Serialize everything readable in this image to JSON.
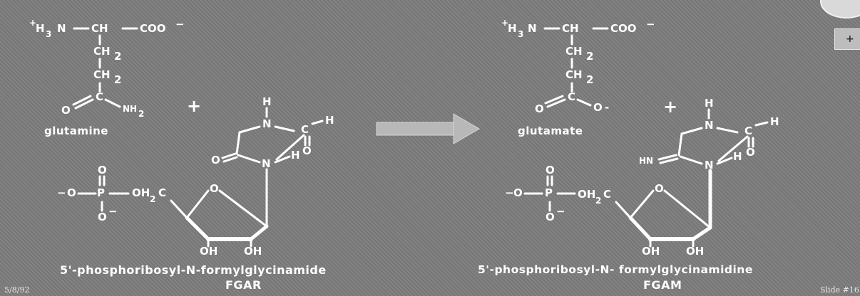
{
  "reactants": {
    "glutamine": {
      "atoms": {
        "nh3_plus": "+",
        "nh3_h": "H",
        "nh3_sub": "3",
        "nh3_n": "N",
        "ch": "CH",
        "coo": "COO",
        "coo_charge": "−",
        "ch2_a": "CH",
        "ch2_a_sub": "2",
        "ch2_b": "CH",
        "ch2_b_sub": "2",
        "c": "C",
        "o": "O",
        "nh2": "NH",
        "nh2_sub": "2"
      },
      "name": "glutamine"
    },
    "plus": "+",
    "fgar": {
      "atoms": {
        "h_top": "H",
        "n_top": "N",
        "c_formyl": "C",
        "h_formyl": "H",
        "o_formyl": "O",
        "o_ring": "O",
        "n_ring": "N",
        "h_ring": "H",
        "o_phos_top": "O",
        "p": "P",
        "o_minus_left": "O",
        "o_minus_left_charge": "−",
        "o_phos_bottom": "O",
        "o_phos_bottom_charge": "−",
        "och2": "OH",
        "och2_sub": "2",
        "och2_c": "C",
        "o_sugar": "O",
        "oh_1": "OH",
        "oh_2": "OH"
      },
      "name": "5'-phosphoribosyl-N-formylglycinamide",
      "abbr": "FGAR"
    }
  },
  "products": {
    "glutamate": {
      "atoms": {
        "nh3_plus": "+",
        "nh3_h": "H",
        "nh3_sub": "3",
        "nh3_n": "N",
        "ch": "CH",
        "coo": "COO",
        "coo_charge": "−",
        "ch2_a": "CH",
        "ch2_a_sub": "2",
        "ch2_b": "CH",
        "ch2_b_sub": "2",
        "c": "C",
        "o_left": "O",
        "o_right": "O",
        "o_right_charge": "-"
      },
      "name": "glutamate"
    },
    "plus": "+",
    "fgam": {
      "atoms": {
        "h_top": "H",
        "n_top": "N",
        "c_formyl": "C",
        "h_formyl": "H",
        "o_formyl": "O",
        "hn": "HN",
        "n_ring": "N",
        "h_ring": "H",
        "o_phos_top": "O",
        "p": "P",
        "o_minus_left": "O",
        "o_minus_left_charge": "−",
        "o_phos_bottom": "O",
        "o_phos_bottom_charge": "−",
        "och2": "OH",
        "och2_sub": "2",
        "och2_c": "C",
        "o_sugar": "O",
        "oh_1": "OH",
        "oh_2": "OH"
      },
      "name": "5'-phosphoribosyl-N- formylglycinamidine",
      "abbr": "FGAM"
    }
  },
  "footer": {
    "date": "5/8/92",
    "slide": "Slide #16"
  },
  "colors": {
    "background": "#7c7c7c",
    "text": "#ffffff",
    "arrow": "#b8b8b8"
  },
  "icons": {
    "arrow": "reaction-arrow-icon",
    "seal": "university-seal-icon",
    "nav": "slide-nav-icon"
  }
}
